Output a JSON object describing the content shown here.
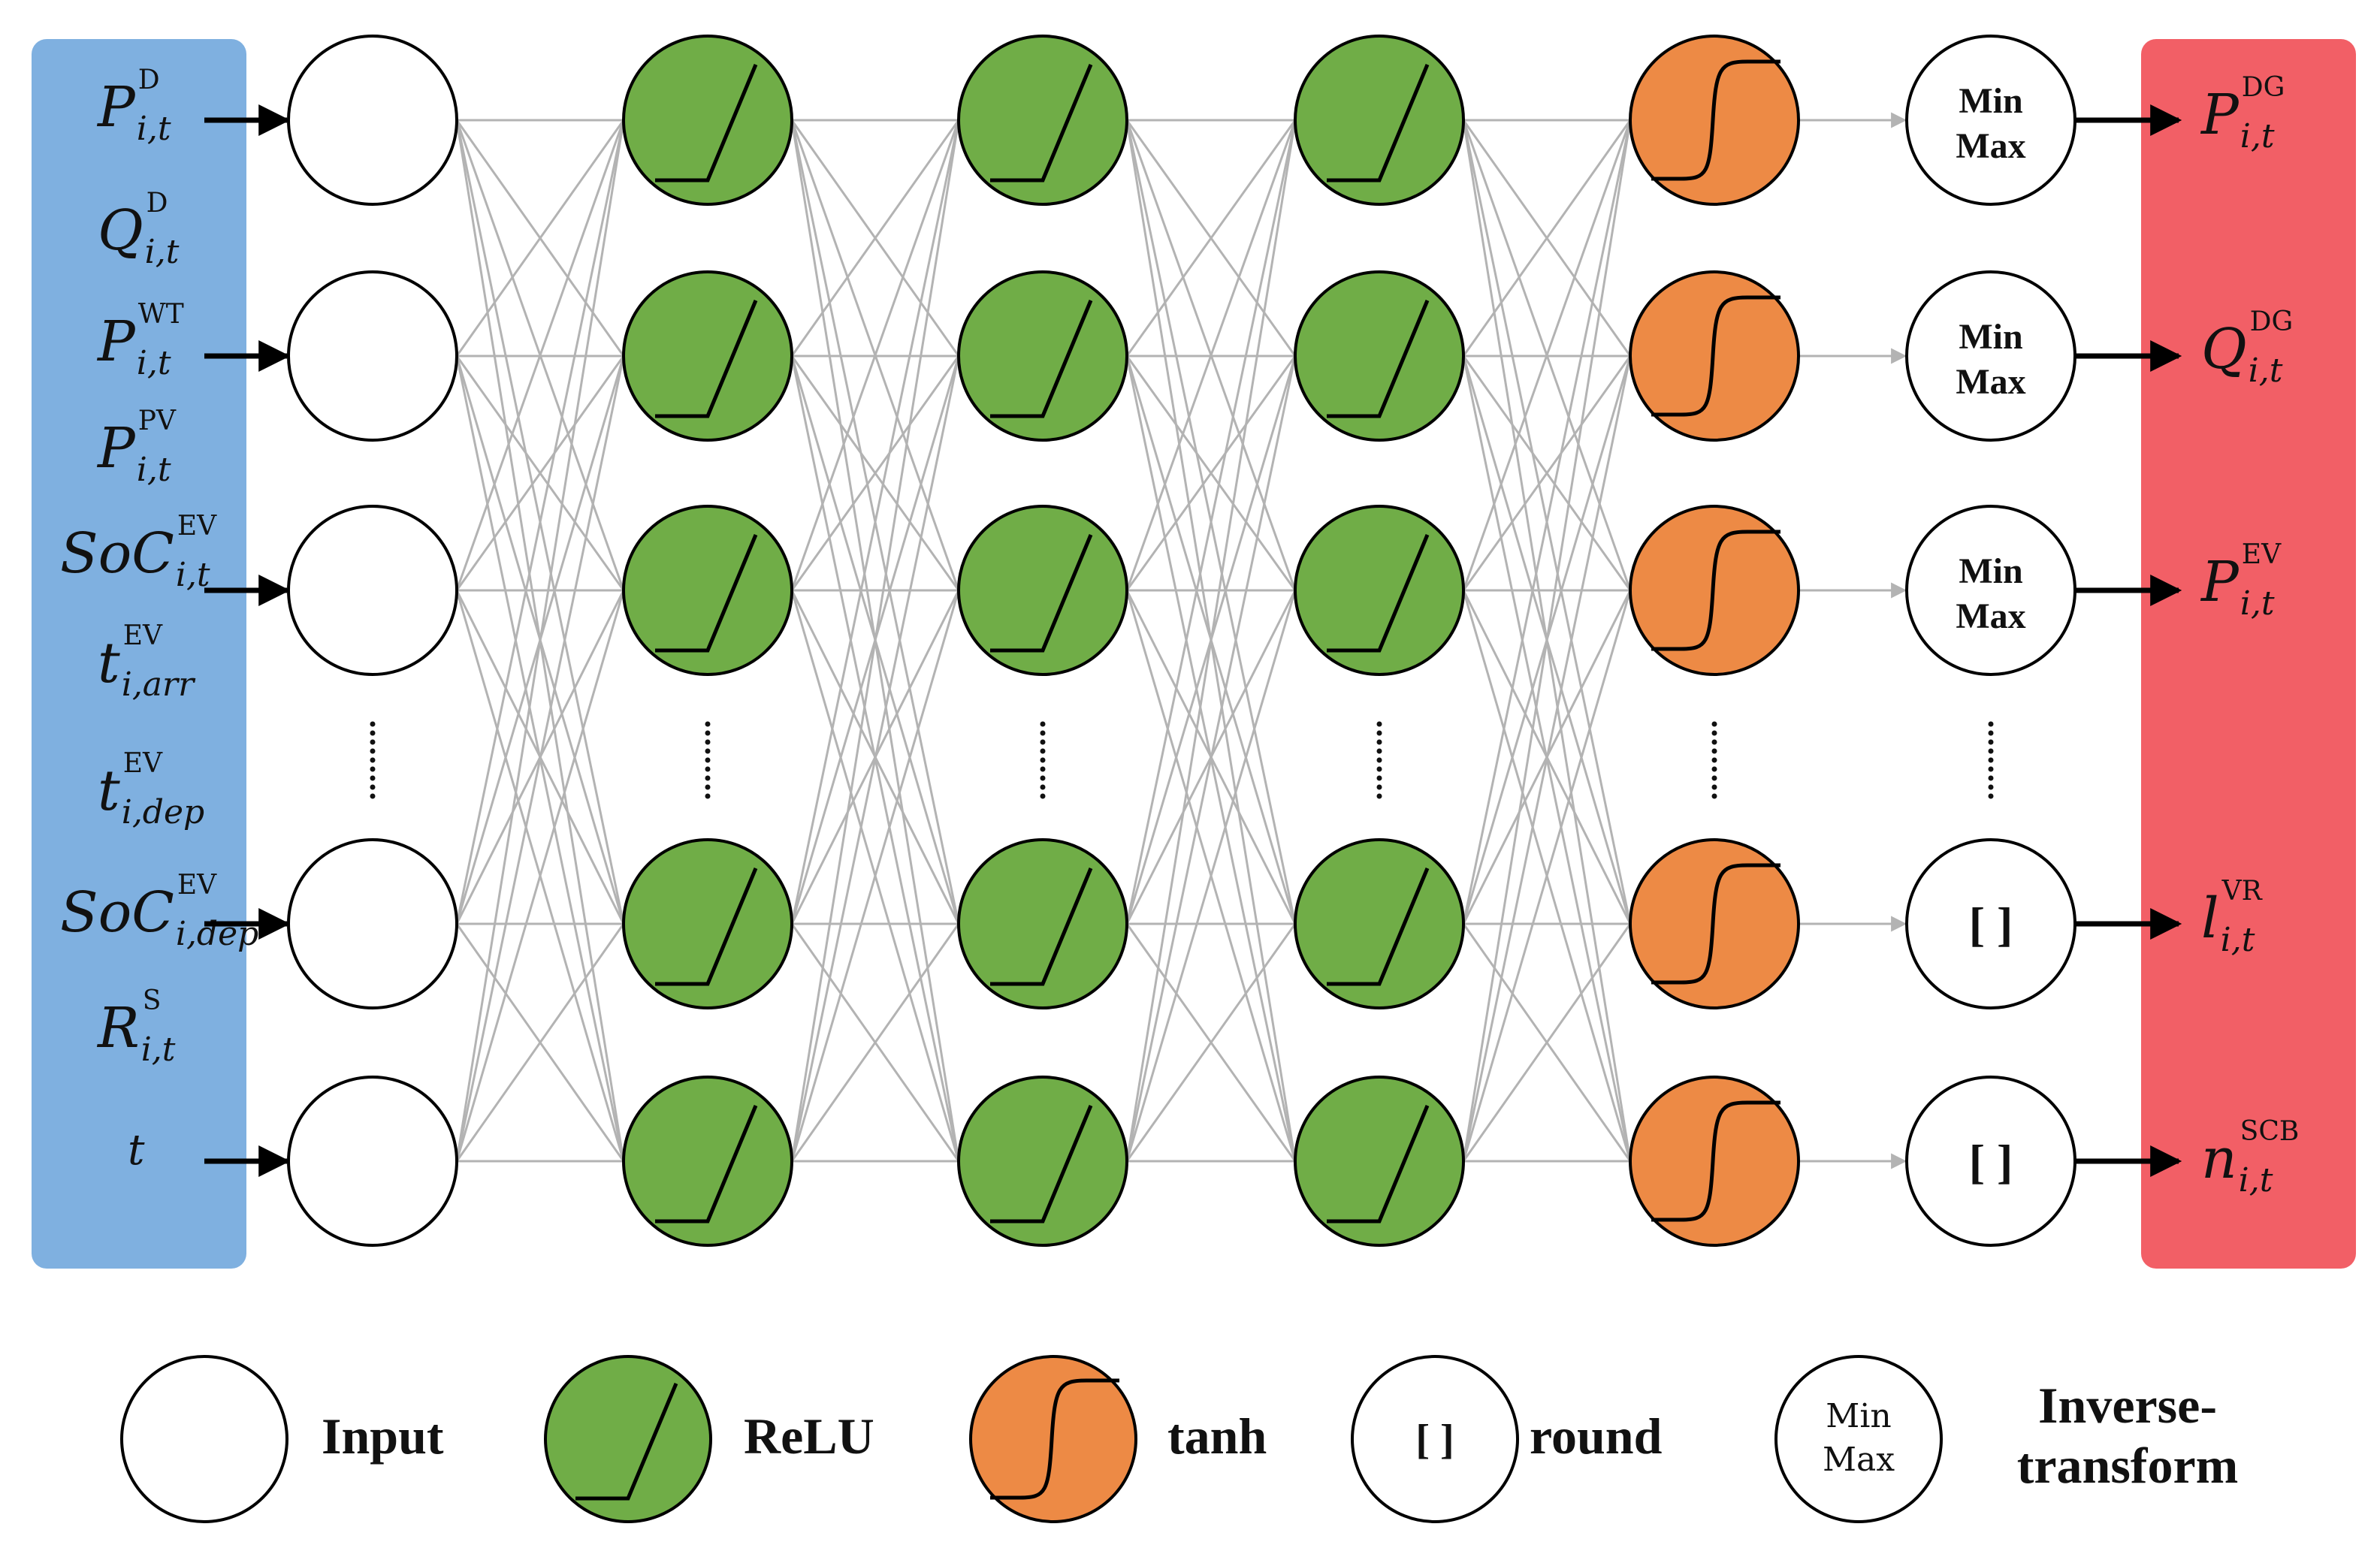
{
  "inputs": [
    {
      "base": "P",
      "sup": "D",
      "sub": "i,t",
      "arrow": true
    },
    {
      "base": "Q",
      "sup": "D",
      "sub": "i,t",
      "arrow": false
    },
    {
      "base": "P",
      "sup": "WT",
      "sub": "i,t",
      "arrow": true
    },
    {
      "base": "P",
      "sup": "PV",
      "sub": "i,t",
      "arrow": false
    },
    {
      "base": "SoC",
      "sup": "EV",
      "sub": "i,t",
      "arrow": true
    },
    {
      "base": "t",
      "sup": "EV",
      "sub": "i,arr",
      "arrow": false
    },
    {
      "base": "t",
      "sup": "EV",
      "sub": "i,dep",
      "arrow": false
    },
    {
      "base": "SoC",
      "sup": "EV",
      "sub": "i,dep",
      "arrow": true
    },
    {
      "base": "R",
      "sup": "S",
      "sub": "i,t",
      "arrow": false
    },
    {
      "base": "t",
      "sup": "",
      "sub": "",
      "arrow": true
    }
  ],
  "outputs": [
    {
      "base": "P",
      "sup": "DG",
      "sub": "i,t"
    },
    {
      "base": "Q",
      "sup": "DG",
      "sub": "i,t"
    },
    {
      "base": "P",
      "sup": "EV",
      "sub": "i,t"
    },
    {
      "base": "l",
      "sup": "VR",
      "sub": "i,t"
    },
    {
      "base": "n",
      "sup": "SCB",
      "sub": "i,t"
    }
  ],
  "transform_nodes": [
    {
      "line1": "Min",
      "line2": "Max"
    },
    {
      "line1": "Min",
      "line2": "Max"
    },
    {
      "line1": "Min",
      "line2": "Max"
    },
    {
      "line1": "[ ]",
      "line2": ""
    },
    {
      "line1": "[ ]",
      "line2": ""
    }
  ],
  "layers": [
    "input",
    "relu",
    "relu",
    "relu",
    "tanh",
    "transform"
  ],
  "legend": {
    "input": "Input",
    "relu": "ReLU",
    "tanh": "tanh",
    "round_symbol": "[ ]",
    "round": "round",
    "minmax_line1": "Min",
    "minmax_line2": "Max",
    "inverse_line1": "Inverse-",
    "inverse_line2": "transform"
  },
  "colors": {
    "input_panel": "#7fb0e0",
    "output_panel": "#f25f66",
    "relu_fill": "#70ad47",
    "tanh_fill": "#ed8a45",
    "connection": "#b3b3b3"
  }
}
